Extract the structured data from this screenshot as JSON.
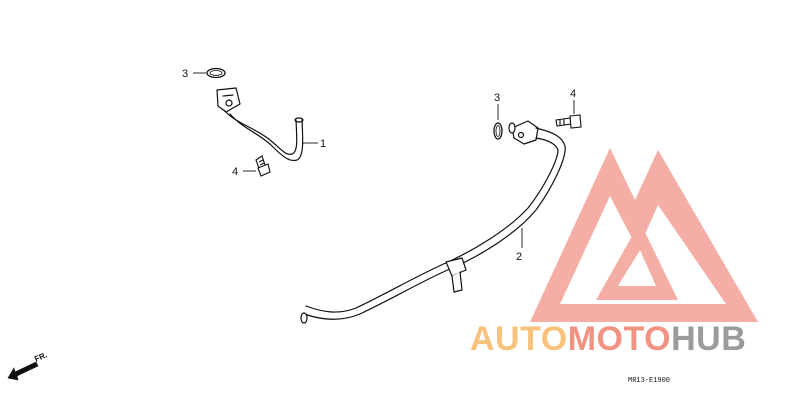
{
  "diagram": {
    "callouts": {
      "c1": "1",
      "c2": "2",
      "c3a": "3",
      "c3b": "3",
      "c4a": "4",
      "c4b": "4"
    },
    "reference_code": "MR13-E1900",
    "direction_label": "FR.",
    "colors": {
      "line": "#111111",
      "watermark_red": "#f08a7d",
      "watermark_orange": "#f5c07a",
      "watermark_gray": "#9a9a9a"
    }
  },
  "watermark": {
    "part1": "AUTO",
    "part2": "MOTO",
    "part3": "HUB"
  }
}
